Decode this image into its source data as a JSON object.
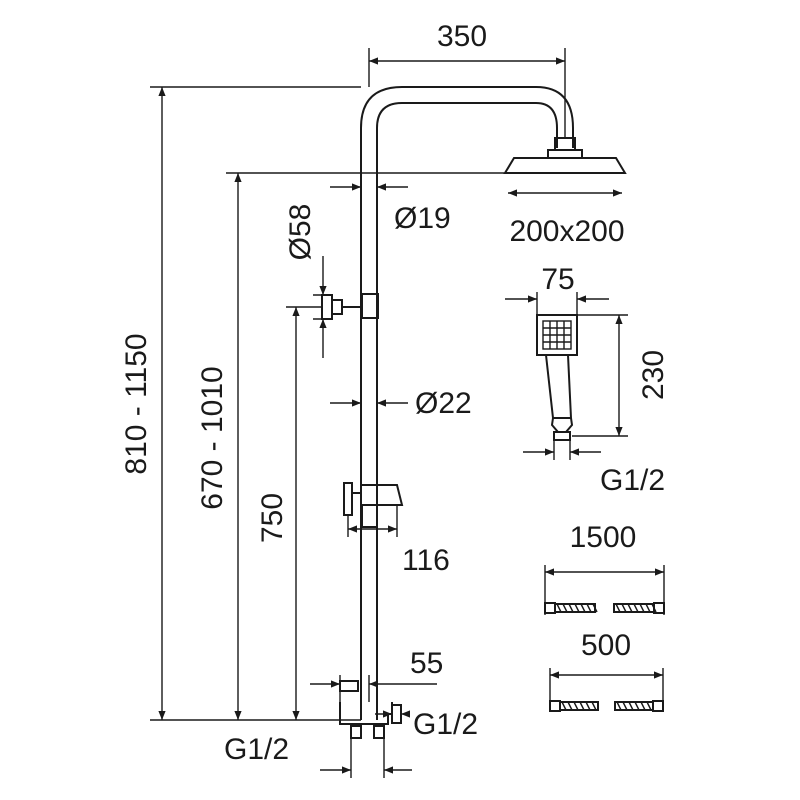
{
  "dimensions": {
    "top_width": "350",
    "pipe_diameter_upper": "Ø19",
    "head_size": "200x200",
    "wall_bracket_diameter": "Ø58",
    "pipe_diameter_lower": "Ø22",
    "total_height": "810 - 1150",
    "head_height": "670 - 1010",
    "bracket_height": "750",
    "slider_offset": "116",
    "hand_shower_width": "75",
    "hand_shower_length": "230",
    "hand_shower_thread": "G1/2",
    "mixer_offset": "55",
    "mixer_thread_right": "G1/2",
    "mixer_thread_left": "G1/2",
    "hose_long": "1500",
    "hose_short": "500"
  }
}
